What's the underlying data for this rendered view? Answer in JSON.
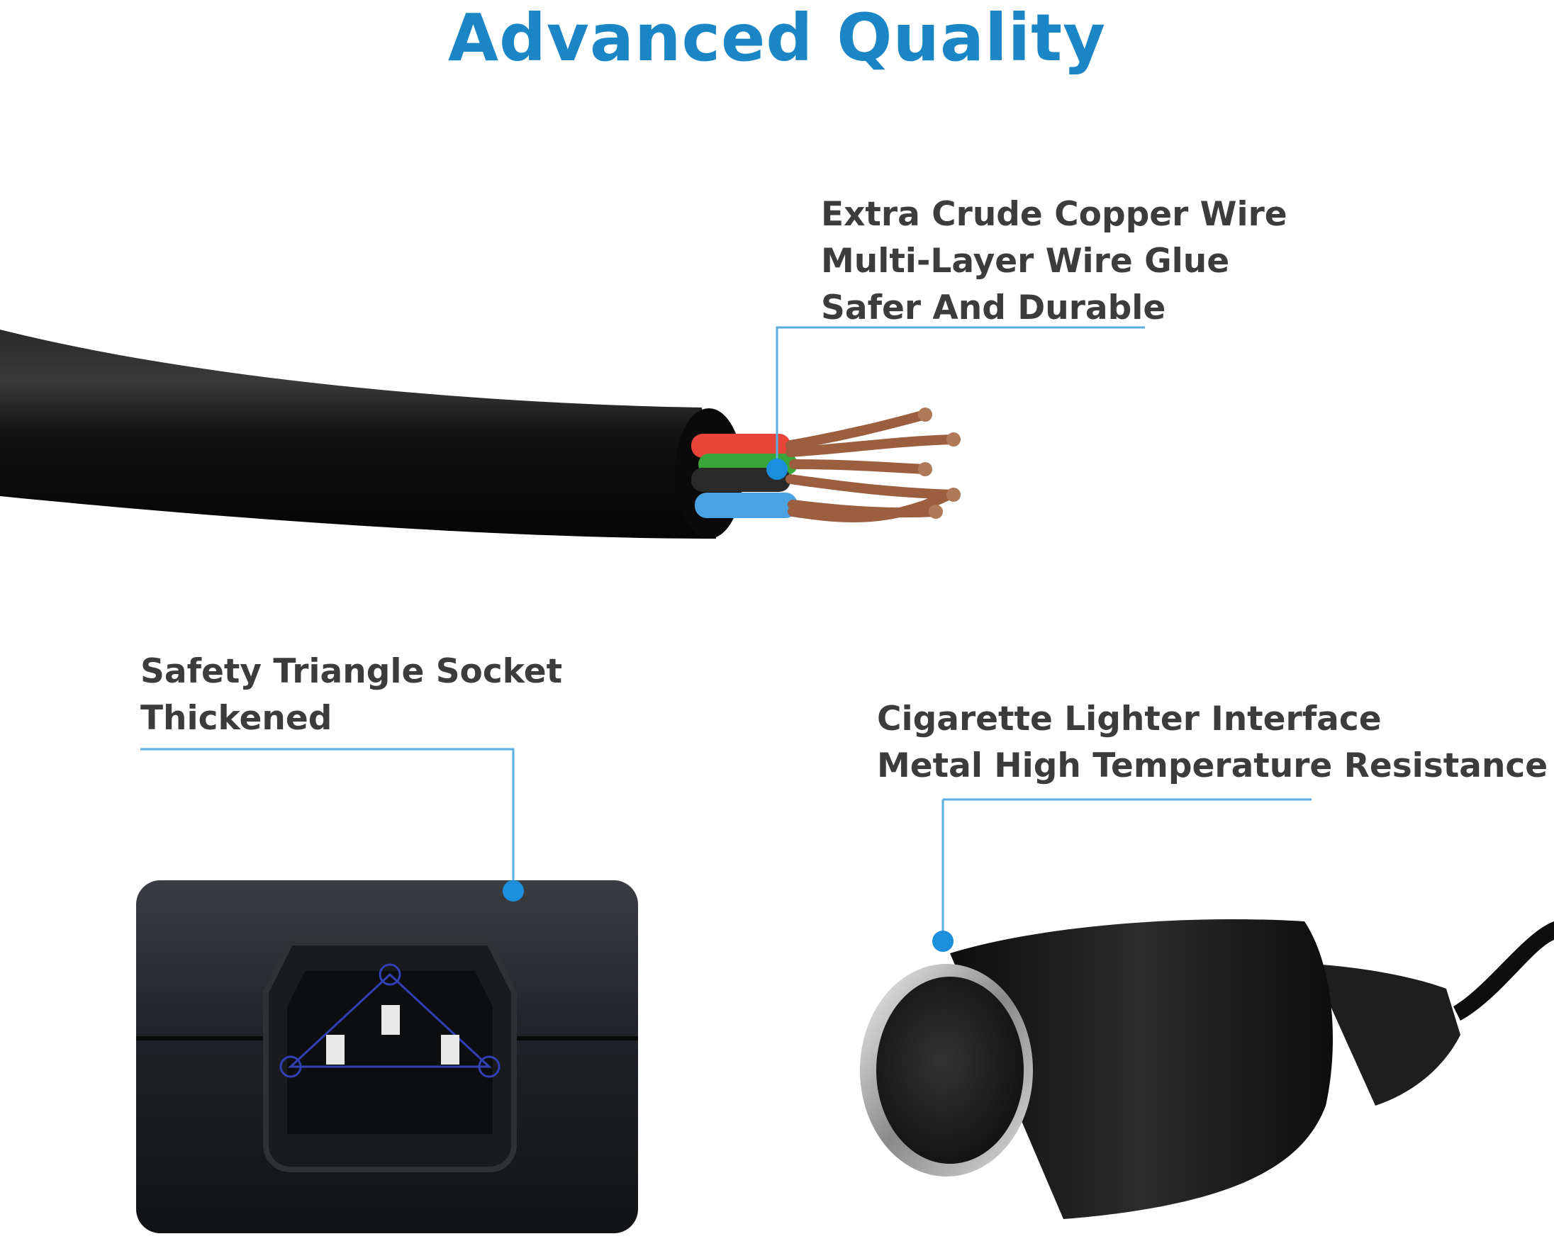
{
  "title": "Advanced Quality",
  "callouts": {
    "cable": {
      "line1": "Extra Crude Copper Wire",
      "line2": "Multi-Layer Wire Glue",
      "line3": "Safer And Durable"
    },
    "socket": {
      "line1": "Safety Triangle Socket",
      "line2": "Thickened"
    },
    "lighter": {
      "line1": "Cigarette Lighter Interface",
      "line2": "Metal High Temperature Resistance"
    }
  },
  "colors": {
    "title": "#1b86c6",
    "callout_text": "#3c3c3c",
    "leader_line": "#5aaee0",
    "marker_dot": "#1b8fdc",
    "cable_jacket": "#111111",
    "wire_red": "#e8443a",
    "wire_green": "#3aa63a",
    "wire_black": "#2a2a2a",
    "wire_blue": "#4aa3e0",
    "copper": "#9b5e3f"
  },
  "icons": {
    "cable": "stripped-cable-image",
    "socket": "iec-c14-socket-image",
    "lighter": "cigarette-lighter-socket-image"
  }
}
